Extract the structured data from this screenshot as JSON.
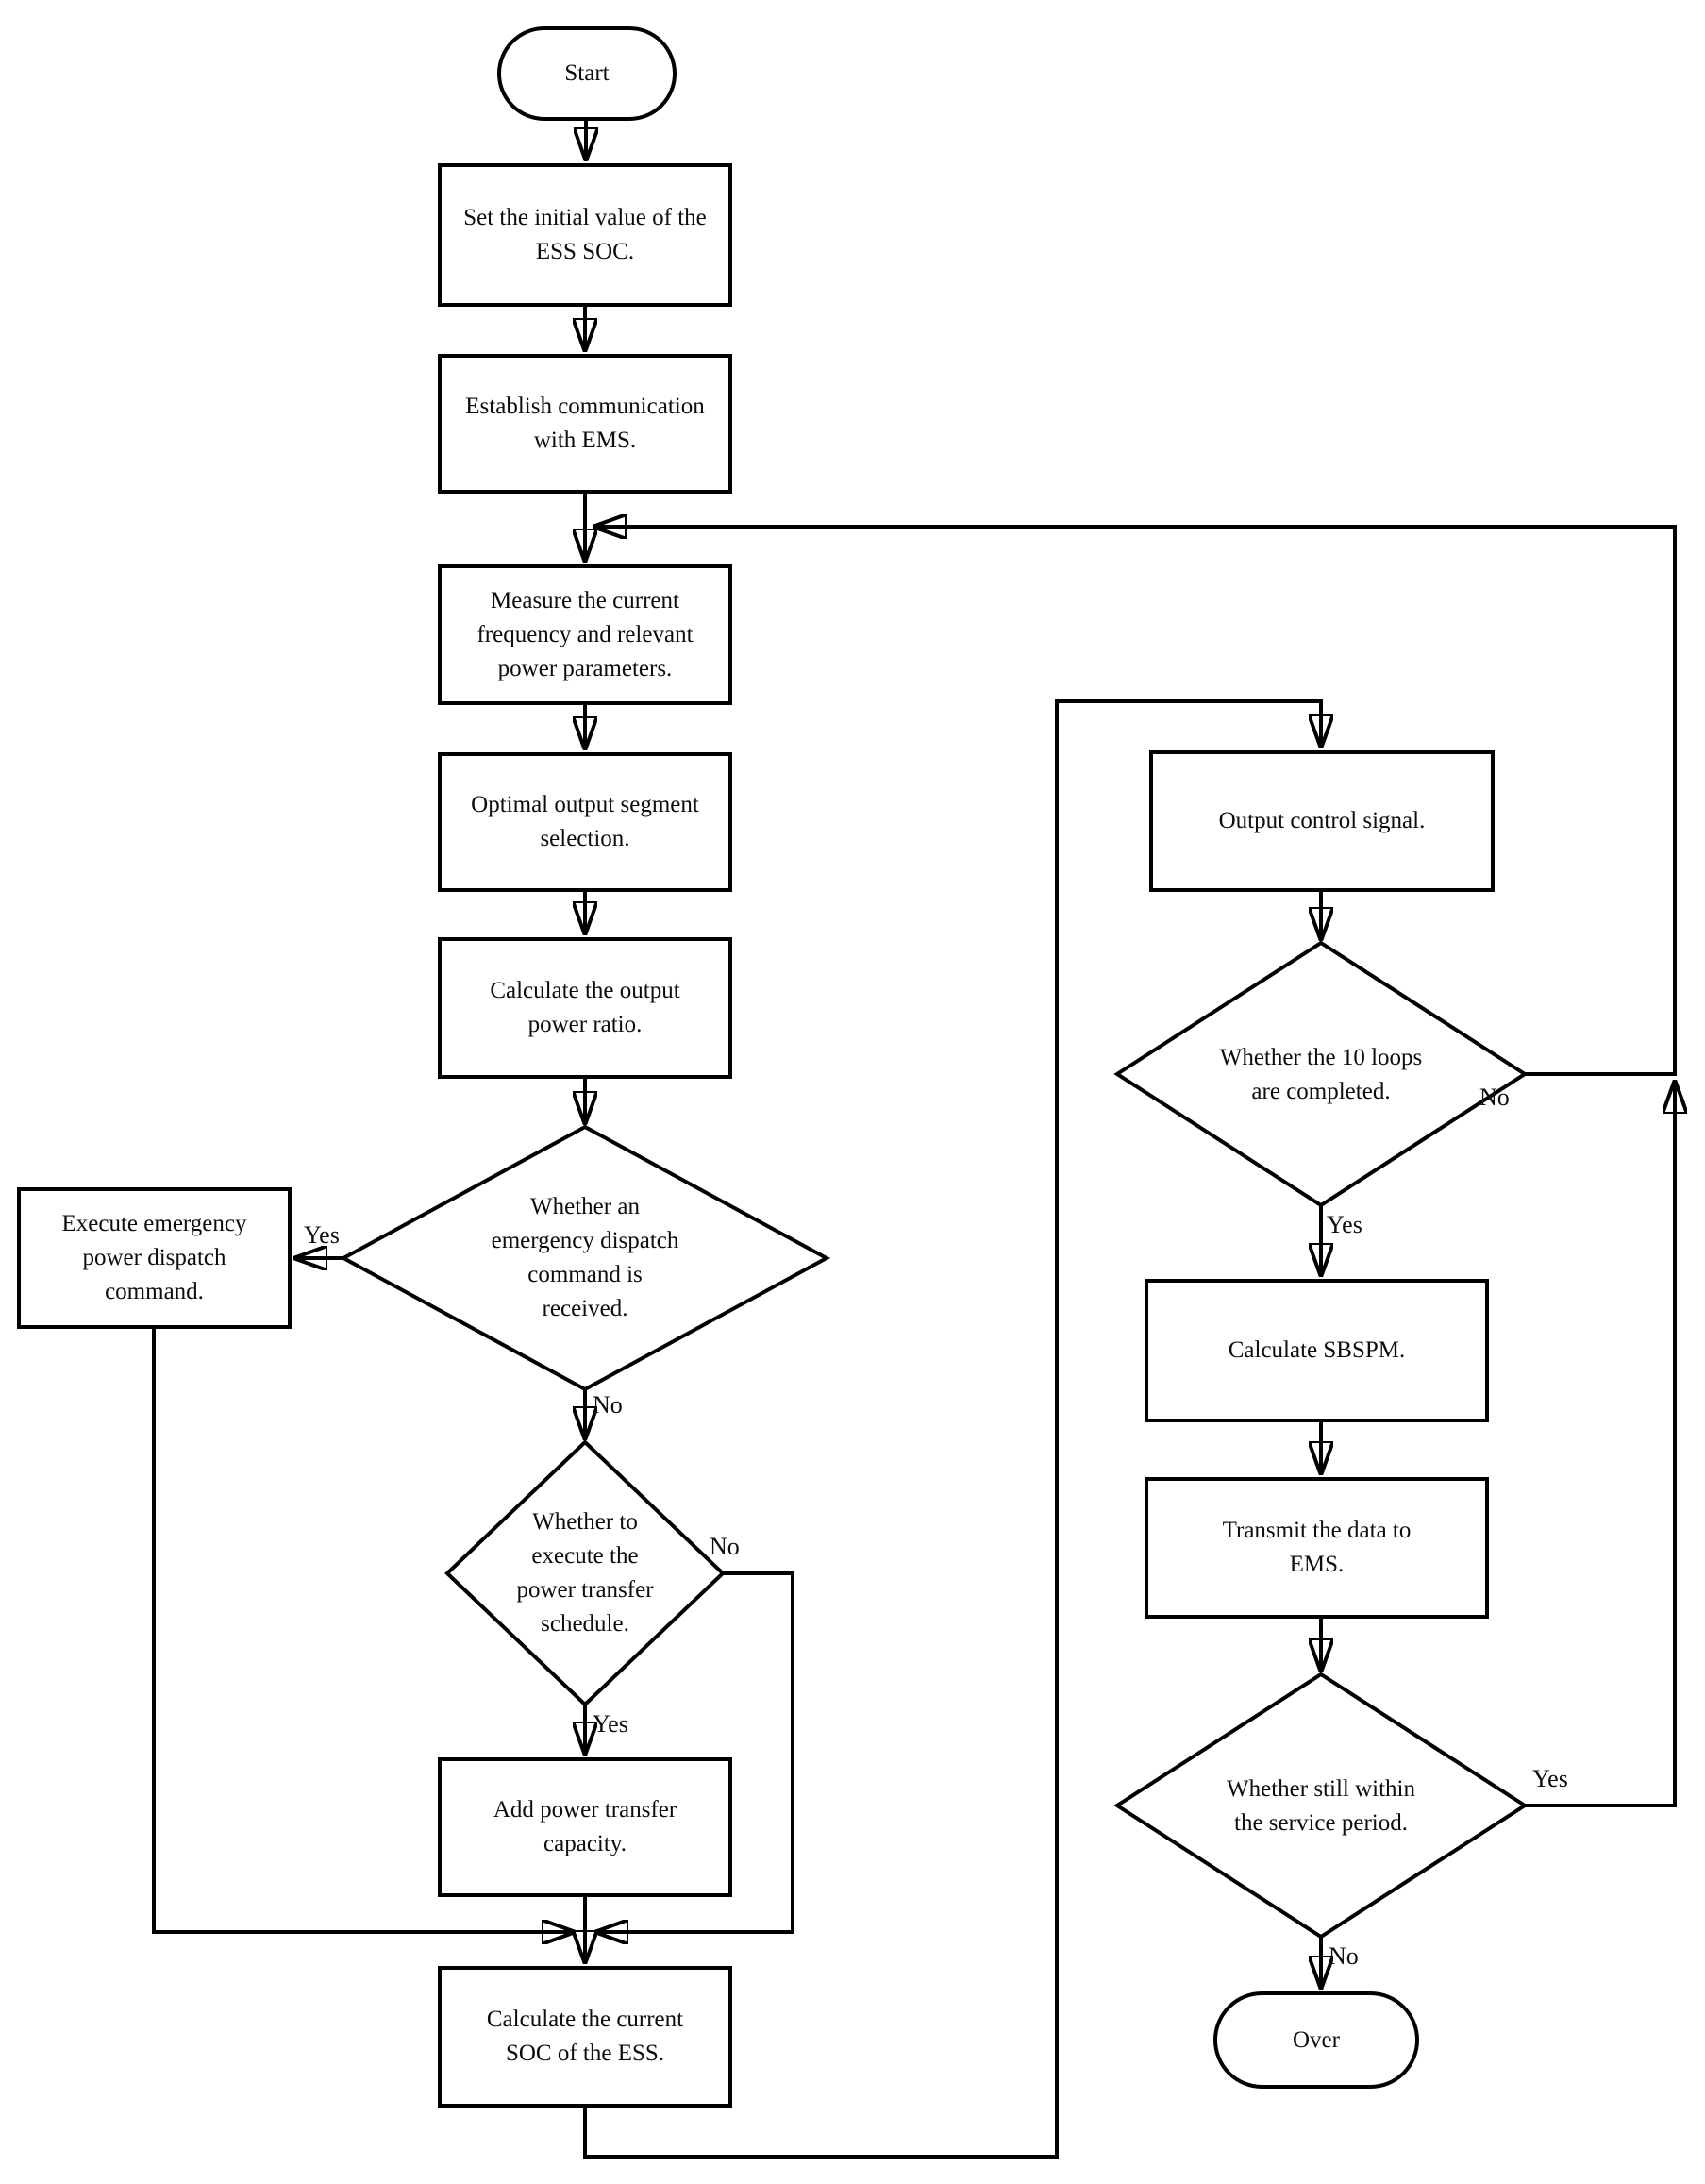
{
  "figure": {
    "type": "flowchart",
    "background_color": "#ffffff",
    "line_color": "#000000"
  },
  "nodes": {
    "start": {
      "shape": "terminator",
      "label": "Start"
    },
    "set_initial": {
      "shape": "process",
      "label": "Set the initial value of the\nESS SOC."
    },
    "establish": {
      "shape": "process",
      "label": "Establish communication\nwith EMS."
    },
    "measure": {
      "shape": "process",
      "label": "Measure the current\nfrequency and relevant\npower parameters."
    },
    "optimal": {
      "shape": "process",
      "label": "Optimal output segment\nselection."
    },
    "calc_ratio": {
      "shape": "process",
      "label": "Calculate the output\npower ratio."
    },
    "emergency_decision": {
      "shape": "decision",
      "label": "Whether an\nemergency dispatch\ncommand is\nreceived."
    },
    "execute_emergency": {
      "shape": "process",
      "label": "Execute emergency\npower dispatch\ncommand."
    },
    "transfer_decision": {
      "shape": "decision",
      "label": "Whether to\nexecute the\npower transfer\nschedule."
    },
    "add_capacity": {
      "shape": "process",
      "label": "Add power transfer\ncapacity."
    },
    "calc_soc": {
      "shape": "process",
      "label": "Calculate the current\nSOC of the ESS."
    },
    "output_signal": {
      "shape": "process",
      "label": "Output control signal."
    },
    "loops_decision": {
      "shape": "decision",
      "label": "Whether the 10 loops\nare completed."
    },
    "calc_sbspm": {
      "shape": "process",
      "label": "Calculate SBSPM."
    },
    "transmit": {
      "shape": "process",
      "label": "Transmit the data to\nEMS."
    },
    "service_decision": {
      "shape": "decision",
      "label": "Whether still within\nthe service period."
    },
    "over": {
      "shape": "terminator",
      "label": "Over"
    }
  },
  "edge_labels": {
    "emergency_yes": "Yes",
    "emergency_no": "No",
    "transfer_no": "No",
    "transfer_yes": "Yes",
    "loops_no": "No",
    "loops_yes": "Yes",
    "service_yes": "Yes",
    "service_no": "No"
  }
}
